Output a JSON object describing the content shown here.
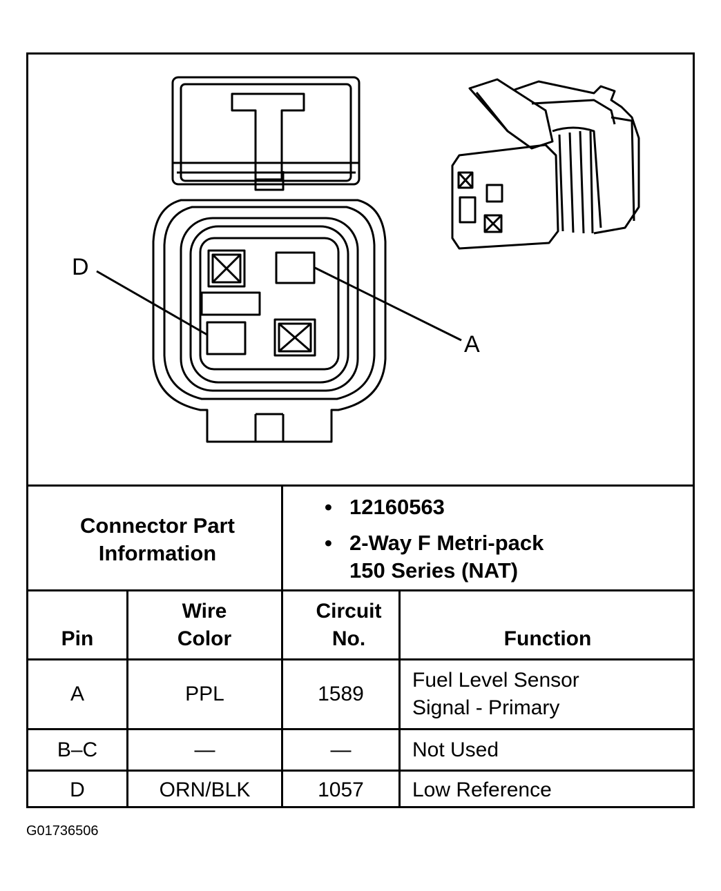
{
  "diagram": {
    "label_d": "D",
    "label_a": "A"
  },
  "connector_info": {
    "label": "Connector Part Information",
    "items": [
      "12160563",
      "2-Way F Metri-pack",
      "150 Series (NAT)"
    ]
  },
  "table": {
    "headers": {
      "pin": "Pin",
      "wire_color": "Wire Color",
      "circuit_no": "Circuit No.",
      "function": "Function"
    },
    "rows": [
      {
        "pin": "A",
        "wire_color": "PPL",
        "circuit_no": "1589",
        "function": "Fuel Level Sensor Signal - Primary"
      },
      {
        "pin": "B–C",
        "wire_color": "—",
        "circuit_no": "—",
        "function": "Not Used"
      },
      {
        "pin": "D",
        "wire_color": "ORN/BLK",
        "circuit_no": "1057",
        "function": "Low Reference"
      }
    ]
  },
  "figure_id": "G01736506"
}
